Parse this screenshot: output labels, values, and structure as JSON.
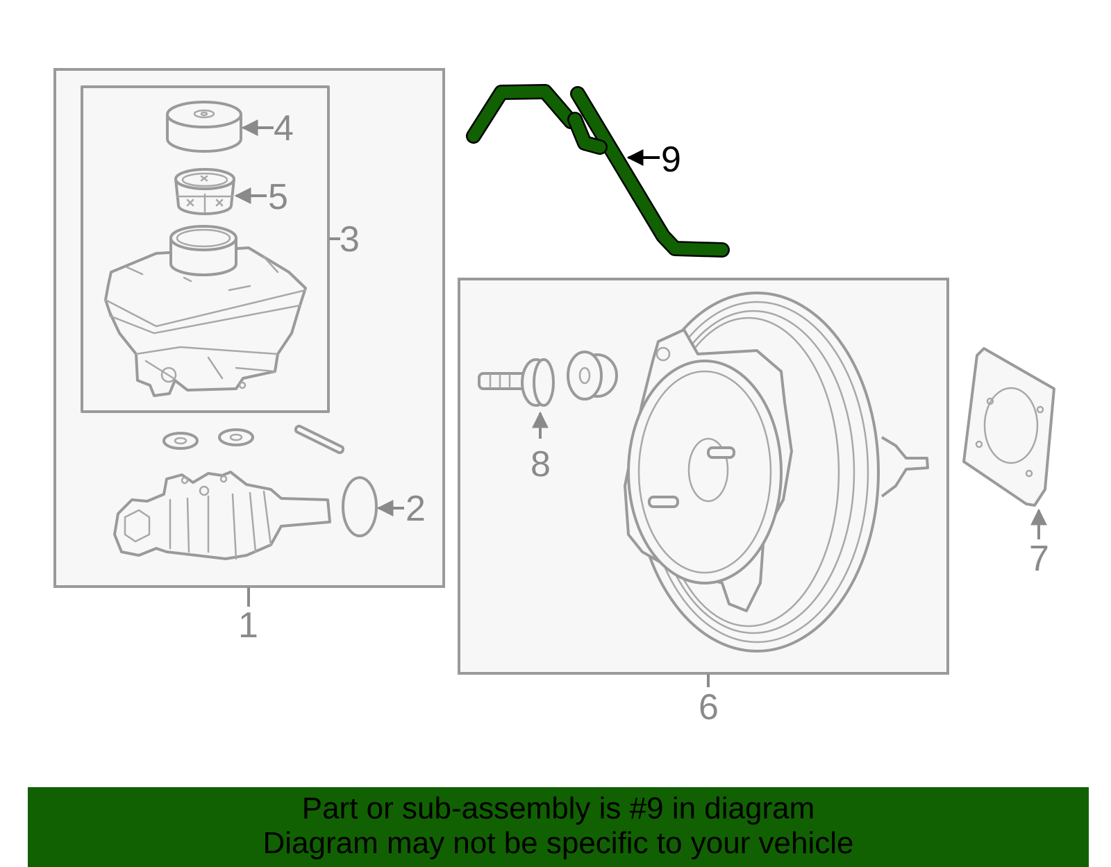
{
  "diagram": {
    "highlight_color": "#116102",
    "highlighted_part": "9",
    "callouts": [
      {
        "id": "1",
        "label": "1"
      },
      {
        "id": "2",
        "label": "2"
      },
      {
        "id": "3",
        "label": "3"
      },
      {
        "id": "4",
        "label": "4"
      },
      {
        "id": "5",
        "label": "5"
      },
      {
        "id": "6",
        "label": "6"
      },
      {
        "id": "7",
        "label": "7"
      },
      {
        "id": "8",
        "label": "8"
      },
      {
        "id": "9",
        "label": "9"
      }
    ]
  },
  "banner": {
    "line1": "Part or sub-assembly is #9 in diagram",
    "line2": "Diagram may not be specific to your vehicle",
    "background": "#116102"
  }
}
